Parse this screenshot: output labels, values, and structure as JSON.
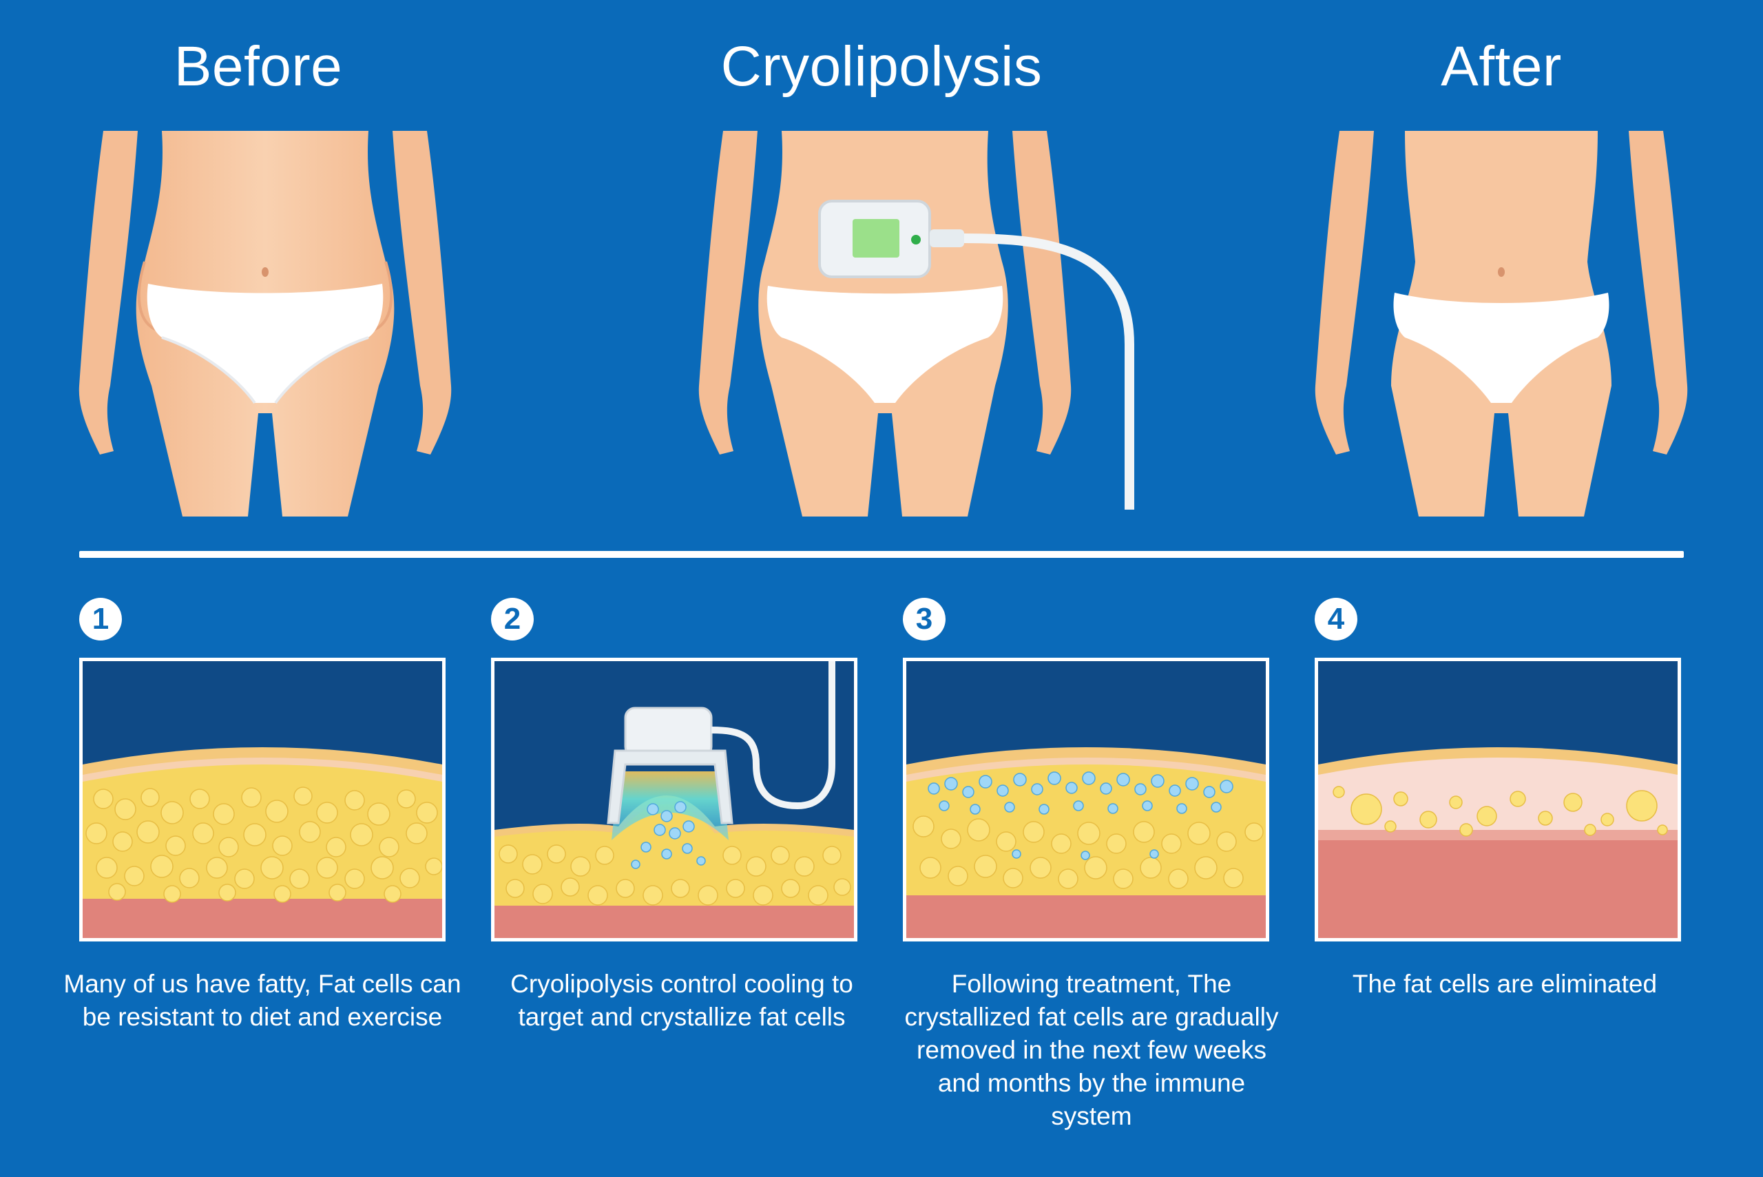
{
  "headings": {
    "before": "Before",
    "during": "Cryolipolysis",
    "after": "After"
  },
  "steps": [
    {
      "number": "1",
      "caption": "Many of us have fatty, Fat cells can be resistant to diet and exercise"
    },
    {
      "number": "2",
      "caption": "Cryolipolysis control cooling to target and crystallize fat cells"
    },
    {
      "number": "3",
      "caption": "Following treatment, The crystallized fat cells are gradually removed in the next few weeks and months by the immune system"
    },
    {
      "number": "4",
      "caption": "The fat cells are eliminated"
    }
  ],
  "colors": {
    "background": "#0a6ab9",
    "skin": "#f7c9a3",
    "fat": "#f6d660",
    "muscle": "#e0837b",
    "crystal": "#7ec3ef",
    "panel_top": "#0f4a86"
  }
}
